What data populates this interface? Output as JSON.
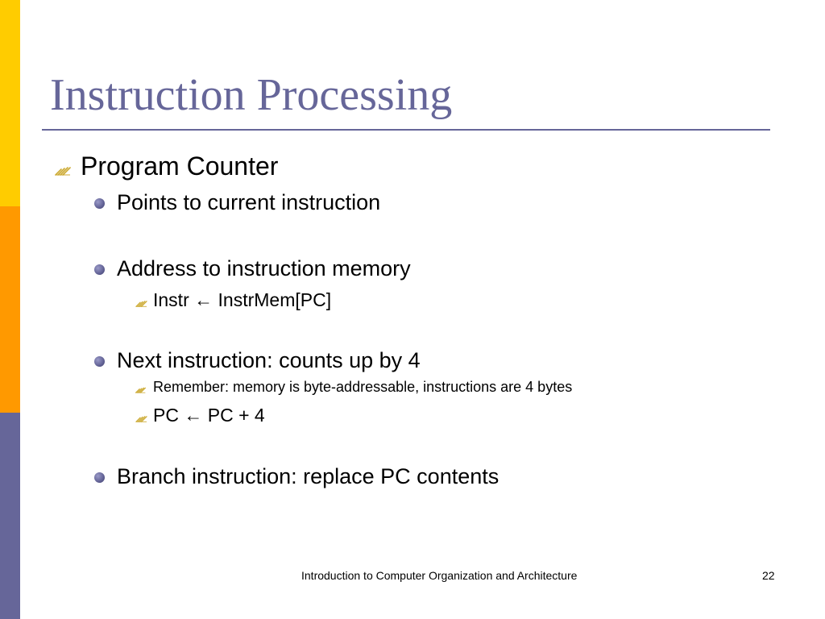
{
  "slide": {
    "title": "Instruction Processing",
    "accent_colors": {
      "title": "#666699",
      "bar_yellow": "#ffcc00",
      "bar_orange": "#ff9900",
      "bar_purple": "#666699",
      "arrow_bullet": "#ccaa33"
    },
    "bullet_icons": {
      "level1": "pencil-hatch-icon",
      "level2": "round-dot-bullet",
      "level3": "pencil-hatch-icon"
    },
    "items": [
      {
        "level": 1,
        "text": "Program Counter"
      },
      {
        "level": 2,
        "text": "Points to current instruction"
      },
      {
        "level": 2,
        "text": "Address to instruction memory"
      },
      {
        "level": 3,
        "text": "Instr ← InstrMem[PC]"
      },
      {
        "level": 2,
        "text": "Next instruction:  counts up by 4"
      },
      {
        "level": 3,
        "text": "Remember:  memory is byte-addressable, instructions are 4 bytes"
      },
      {
        "level": 3,
        "text": "PC ← PC + 4"
      },
      {
        "level": 2,
        "text": "Branch instruction:  replace PC contents"
      }
    ]
  },
  "footer": {
    "title": "Introduction to Computer Organization and Architecture",
    "page_number": "22"
  }
}
